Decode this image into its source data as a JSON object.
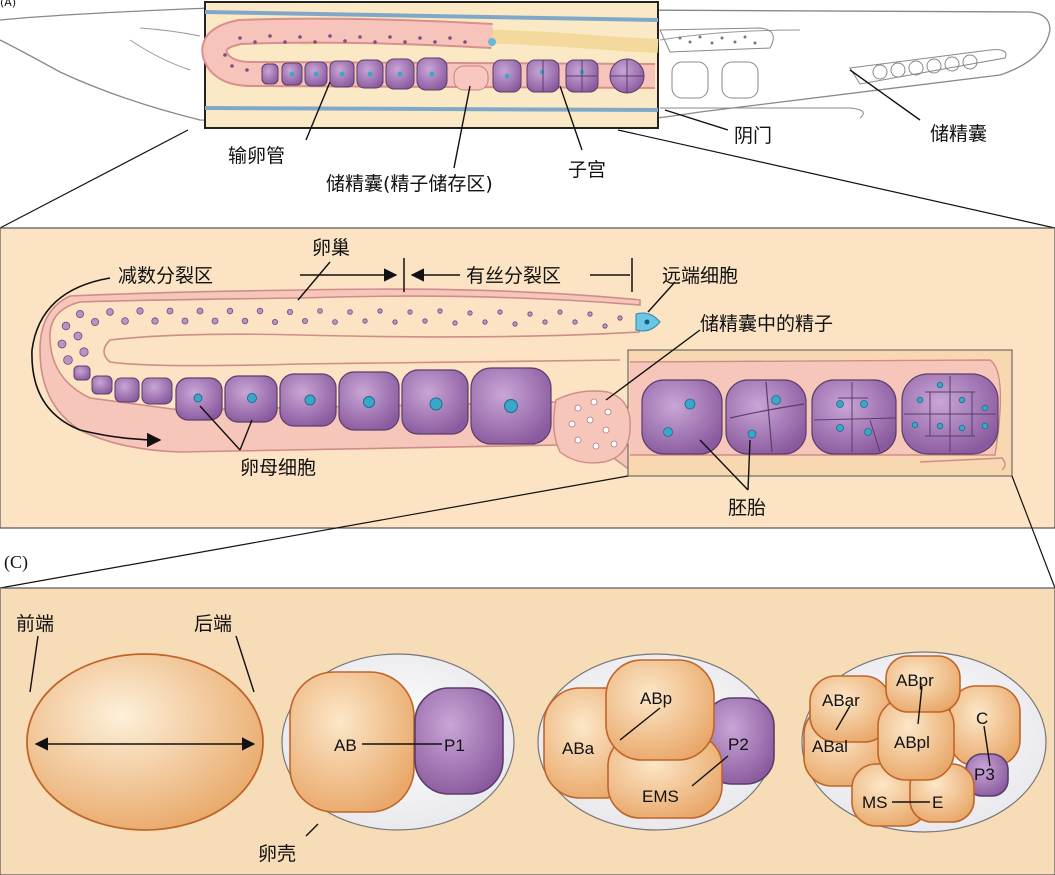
{
  "panel_top": {
    "corner_letter": "(A)",
    "labels": {
      "oviduct": "输卵管",
      "spermatheca_note": "储精囊(精子储存区)",
      "uterus": "子宫",
      "vulva": "阴门",
      "seminal_vesicle": "储精囊"
    }
  },
  "panel_middle": {
    "labels": {
      "ovary": "卵巢",
      "meiotic_zone": "减数分裂区",
      "mitotic_zone": "有丝分裂区",
      "distal_cell": "远端细胞",
      "sperm_in_spermatheca": "储精囊中的精子",
      "oocytes": "卵母细胞",
      "embryos": "胚胎"
    }
  },
  "panel_bottom": {
    "corner_letter": "(C)",
    "labels": {
      "anterior": "前端",
      "posterior": "后端",
      "eggshell": "卵壳"
    },
    "cells_2": [
      "AB",
      "P1"
    ],
    "cells_4": [
      "ABp",
      "ABa",
      "P2",
      "EMS"
    ],
    "cells_8": [
      "ABar",
      "ABpr",
      "C",
      "ABal",
      "ABpl",
      "P3",
      "MS",
      "E"
    ]
  }
}
